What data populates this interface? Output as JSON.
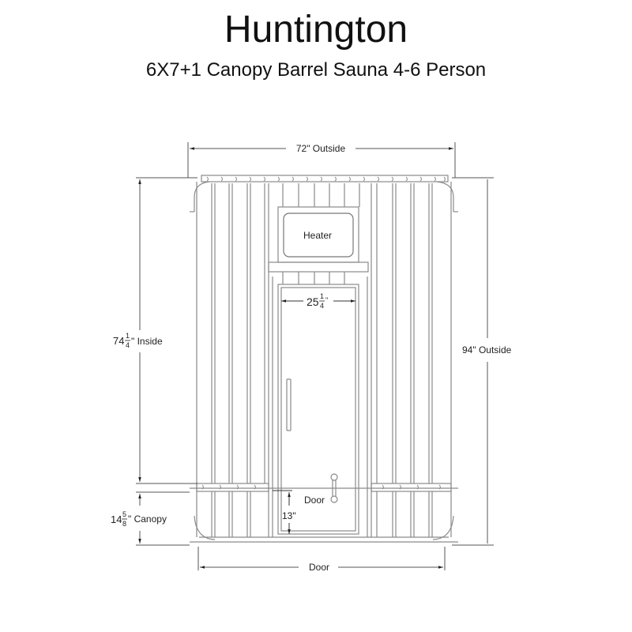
{
  "header": {
    "title": "Huntington",
    "subtitle": "6X7+1 Canopy Barrel Sauna 4-6 Person"
  },
  "diagram": {
    "line_color": "#8a8a8a",
    "dim_color": "#555555",
    "labels": {
      "top_width": "72\" Outside",
      "heater": "Heater",
      "door_width_whole": "25",
      "door_width_num": "1",
      "door_width_den": "4",
      "door_width_unit": "\"",
      "inside_height_whole": "74",
      "inside_height_num": "1",
      "inside_height_den": "4",
      "inside_height_suffix": "\" Inside",
      "outside_height": "94\" Outside",
      "canopy_whole": "14",
      "canopy_num": "5",
      "canopy_den": "8",
      "canopy_suffix": "\" Canopy",
      "door_label": "Door",
      "door_step": "13\"",
      "bottom_label": "Door"
    }
  }
}
